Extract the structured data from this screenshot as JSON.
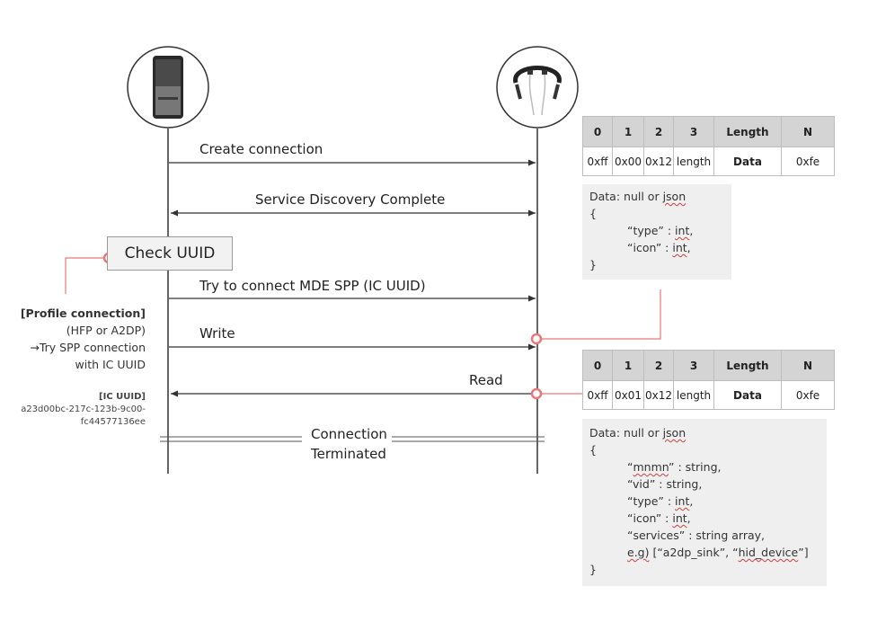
{
  "lifelines": {
    "left": {
      "icon": "smartphone-icon"
    },
    "right": {
      "icon": "neckband-headset-icon"
    }
  },
  "messages": {
    "create": "Create connection",
    "discovery": "Service Discovery Complete",
    "try_connect": "Try to connect MDE SPP (IC UUID)",
    "write": "Write",
    "read": "Read",
    "terminated_1": "Connection",
    "terminated_2": "Terminated"
  },
  "check_uuid": "Check UUID",
  "profile_note": {
    "title": "[Profile connection]",
    "line1": "(HFP or A2DP)",
    "line2": "→Try SPP connection",
    "line3": "with IC UUID"
  },
  "ic_uuid": {
    "title": "[IC UUID]",
    "value_1": "a23d00bc-217c-123b-9c00-",
    "value_2": "fc44577136ee"
  },
  "write_packet": {
    "headers": [
      "0",
      "1",
      "2",
      "3",
      "Length",
      "N"
    ],
    "values": [
      "0xff",
      "0x00",
      "0x12",
      "length",
      "Data",
      "0xfe"
    ]
  },
  "write_data": {
    "line_head_1": "Data: null or ",
    "line_head_2": "json",
    "open": "{",
    "type_a": "“type” : ",
    "type_b": "int",
    "type_c": ",",
    "icon_a": "“icon” : ",
    "icon_b": "int",
    "icon_c": ",",
    "close": "}"
  },
  "read_packet": {
    "headers": [
      "0",
      "1",
      "2",
      "3",
      "Length",
      "N"
    ],
    "values": [
      "0xff",
      "0x01",
      "0x12",
      "length",
      "Data",
      "0xfe"
    ]
  },
  "read_data": {
    "line_head_1": "Data: null or ",
    "line_head_2": "json",
    "open": "{",
    "mnmn_a": "“",
    "mnmn_b": "mnmn",
    "mnmn_c": "” : string,",
    "vid": "“vid” : string,",
    "type_a": "“type” : ",
    "type_b": "int",
    "type_c": ",",
    "icon_a": "“icon” : ",
    "icon_b": "int",
    "icon_c": ",",
    "services": "“services” : string array,",
    "eg_a": "e.g)",
    "eg_b": " [“a2dp_sink”, “",
    "eg_c": "hid_device",
    "eg_d": "”]",
    "close": "}"
  },
  "colors": {
    "marker": "#e8777a",
    "lifeline": "#333333",
    "table_header": "#d4d4d4",
    "data_box": "#efefef"
  }
}
